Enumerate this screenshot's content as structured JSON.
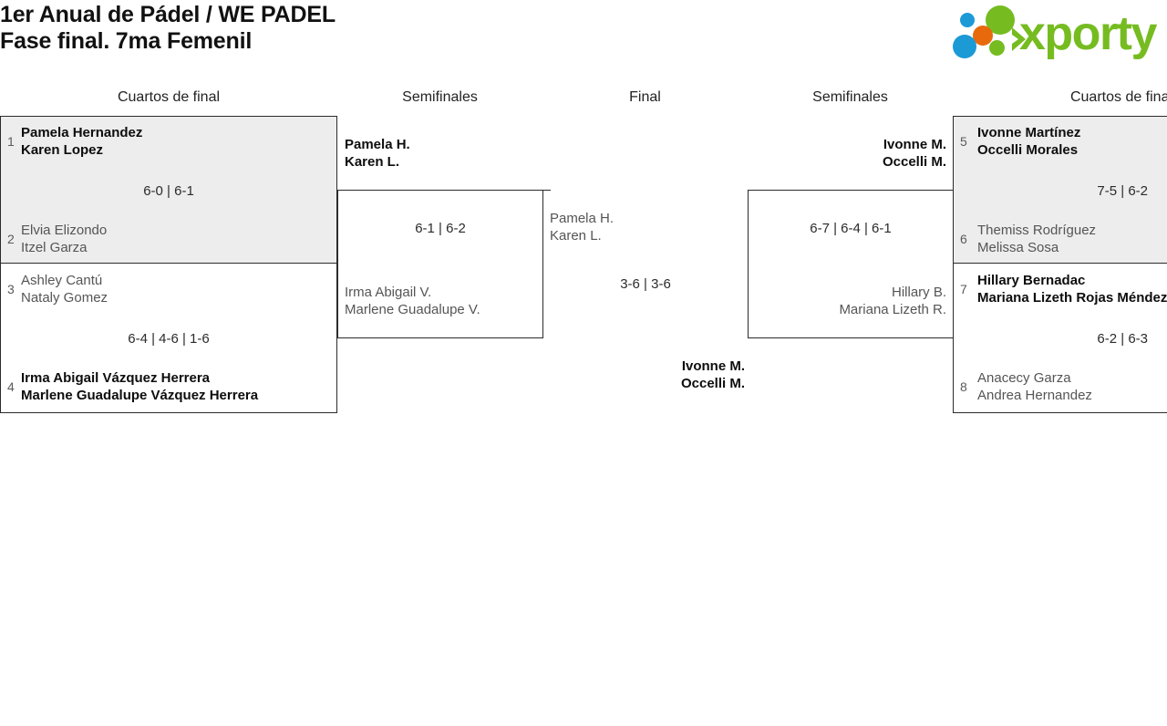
{
  "header": {
    "title_line1": "1er Anual de Pádel / WE PADEL",
    "title_line2": "Fase final. 7ma Femenil",
    "logo_word": "xporty"
  },
  "colors": {
    "logo_green": "#76bc21",
    "logo_blue": "#1b9ad6",
    "logo_orange": "#e8690b",
    "shaded_match": "#ededed",
    "border": "#2b2b2b",
    "winner_text": "#0d0d0d",
    "loser_text": "#555555"
  },
  "rounds": {
    "qf_left": "Cuartos de final",
    "sf_left": "Semifinales",
    "final": "Final",
    "sf_right": "Semifinales",
    "qf_right": "Cuartos de final"
  },
  "bracket": {
    "qf1": {
      "shaded": true,
      "score": "6-0 | 6-1",
      "teamA": {
        "seed": "1",
        "player1": "Pamela Hernandez",
        "player2": "Karen Lopez",
        "winner": true
      },
      "teamB": {
        "seed": "2",
        "player1": "Elvia Elizondo",
        "player2": "Itzel Garza",
        "winner": false
      }
    },
    "qf2": {
      "shaded": false,
      "score": "6-4 | 4-6 | 1-6",
      "teamA": {
        "seed": "3",
        "player1": "Ashley Cantú",
        "player2": "Nataly Gomez",
        "winner": false
      },
      "teamB": {
        "seed": "4",
        "player1": "Irma Abigail Vázquez Herrera",
        "player2": "Marlene Guadalupe Vázquez Herrera",
        "winner": true
      }
    },
    "sf_left": {
      "score": "6-1 | 6-2",
      "teamA": {
        "player1": "Pamela H.",
        "player2": "Karen L.",
        "winner": true
      },
      "teamB": {
        "player1": "Irma Abigail V.",
        "player2": "Marlene Guadalupe V.",
        "winner": false
      }
    },
    "final": {
      "score": "3-6 | 3-6",
      "teamA": {
        "player1": "Pamela H.",
        "player2": "Karen L.",
        "winner": false
      },
      "teamB": {
        "player1": "Ivonne M.",
        "player2": "Occelli M.",
        "winner": true
      }
    },
    "sf_right": {
      "score": "6-7 | 6-4 | 6-1",
      "teamA": {
        "player1": "Ivonne M.",
        "player2": "Occelli M.",
        "winner": true
      },
      "teamB": {
        "player1": "Hillary B.",
        "player2": "Mariana Lizeth R.",
        "winner": false
      }
    },
    "qf3": {
      "shaded": true,
      "score": "7-5 | 6-2",
      "teamA": {
        "seed": "5",
        "player1": "Ivonne Martínez",
        "player2": "Occelli Morales",
        "winner": true
      },
      "teamB": {
        "seed": "6",
        "player1": "Themiss Rodríguez",
        "player2": "Melissa Sosa",
        "winner": false
      }
    },
    "qf4": {
      "shaded": false,
      "score": "6-2 | 6-3",
      "teamA": {
        "seed": "7",
        "player1": "Hillary Bernadac",
        "player2": "Mariana Lizeth Rojas Méndez",
        "winner": true
      },
      "teamB": {
        "seed": "8",
        "player1": "Anacecy Garza",
        "player2": "Andrea Hernandez",
        "winner": false
      }
    }
  }
}
